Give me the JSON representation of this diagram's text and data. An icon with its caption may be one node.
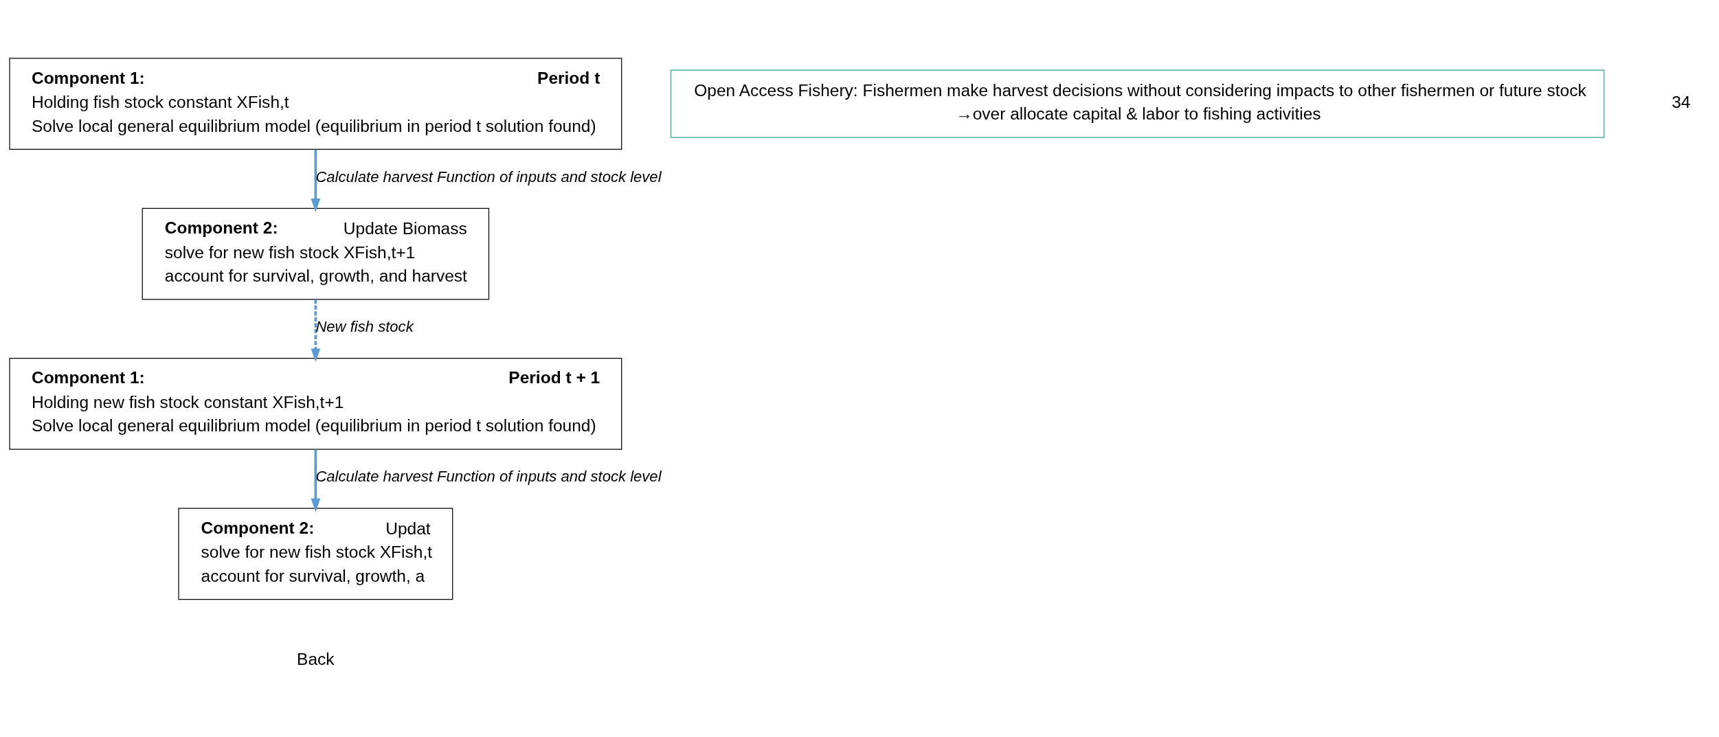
{
  "diagram": {
    "nodes": [
      {
        "text": [
          "Component 1:",
          "Period t",
          "Holding fish stock constant XFish,t",
          "Solve local general equilibrium model (equilibrium in period t solution found)"
        ]
      },
      {
        "text": [
          "Component 2:",
          "Update Biomass",
          "solve for new fish stock XFish,t+1",
          "account for survival, growth, and harvest"
        ]
      },
      {
        "text": [
          "Component 1:",
          "Period t + 1",
          "Holding new fish stock constant XFish,t+1",
          "Solve local general equilibrium model (equilibrium in period t solution found)"
        ]
      },
      {
        "text": [
          "Component 2:",
          "Updat",
          "solve for new fish stock XFish,t",
          "account for survival, growth, a"
        ]
      },
      {
        "text": [
          "Open Access Fishery: Fishermen make harvest decisions without considering impacts to other fishermen or future stock",
          "→over allocate capital & labor to fishing activities"
        ]
      }
    ],
    "edges": [
      {
        "from": 0,
        "to": 1,
        "arrow": "to",
        "label": "Calculate harvest Function of inputs and stock level"
      },
      {
        "from": 1,
        "to": 2,
        "arrow": "to",
        "style": "dashed",
        "label": "New fish stock"
      },
      {
        "from": 2,
        "to": 3,
        "arrow": "to",
        "label": "Calculate harvest Function of inputs and stock level"
      }
    ],
    "labels": [
      "Back",
      "34"
    ]
  }
}
